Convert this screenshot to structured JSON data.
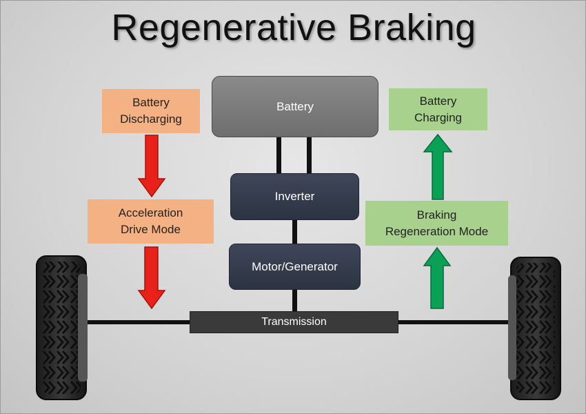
{
  "title": "Regenerative Braking",
  "components": {
    "battery": "Battery",
    "inverter": "Inverter",
    "motor": "Motor/Generator",
    "transmission": "Transmission"
  },
  "left_flow": {
    "top_label": "Battery\nDischarging",
    "bottom_label": "Acceleration\nDrive Mode",
    "arrow_color": "#e8221a"
  },
  "right_flow": {
    "top_label": "Battery\nCharging",
    "bottom_label": "Braking\nRegeneration Mode",
    "arrow_color": "#0aa056"
  },
  "colors": {
    "discharge_box": "#f4b183",
    "charge_box": "#a9d18e",
    "dark_box": "#2f3646",
    "battery_box": "#777777"
  }
}
